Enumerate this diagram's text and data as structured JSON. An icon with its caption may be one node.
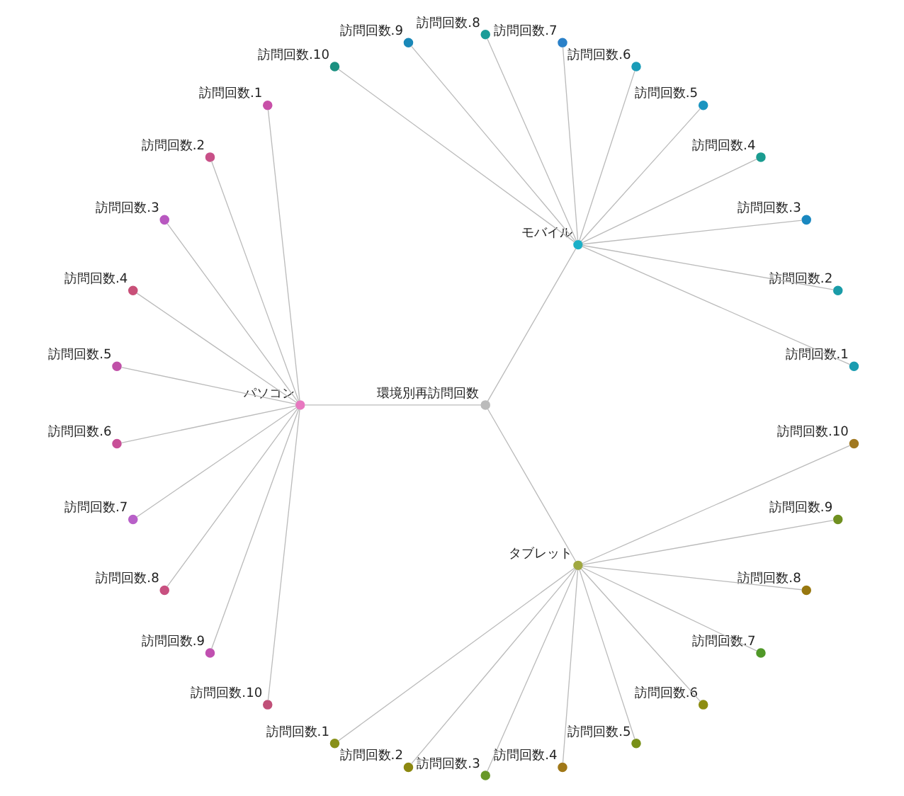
{
  "diagram": {
    "nodes": [
      {
        "text": [
          "環境別再訪問回数"
        ]
      },
      {
        "text": [
          "モバイル"
        ]
      },
      {
        "text": [
          "訪問回数.1"
        ]
      },
      {
        "text": [
          "訪問回数.2"
        ]
      },
      {
        "text": [
          "訪問回数.3"
        ]
      },
      {
        "text": [
          "訪問回数.4"
        ]
      },
      {
        "text": [
          "訪問回数.5"
        ]
      },
      {
        "text": [
          "訪問回数.6"
        ]
      },
      {
        "text": [
          "訪問回数.7"
        ]
      },
      {
        "text": [
          "訪問回数.8"
        ]
      },
      {
        "text": [
          "訪問回数.9"
        ]
      },
      {
        "text": [
          "訪問回数.10"
        ]
      },
      {
        "text": [
          "パソコン"
        ]
      },
      {
        "text": [
          "訪問回数.1"
        ]
      },
      {
        "text": [
          "訪問回数.2"
        ]
      },
      {
        "text": [
          "訪問回数.3"
        ]
      },
      {
        "text": [
          "訪問回数.4"
        ]
      },
      {
        "text": [
          "訪問回数.5"
        ]
      },
      {
        "text": [
          "訪問回数.6"
        ]
      },
      {
        "text": [
          "訪問回数.7"
        ]
      },
      {
        "text": [
          "訪問回数.8"
        ]
      },
      {
        "text": [
          "訪問回数.9"
        ]
      },
      {
        "text": [
          "訪問回数.10"
        ]
      },
      {
        "text": [
          "タブレット"
        ]
      },
      {
        "text": [
          "訪問回数.1"
        ]
      },
      {
        "text": [
          "訪問回数.2"
        ]
      },
      {
        "text": [
          "訪問回数.3"
        ]
      },
      {
        "text": [
          "訪問回数.4"
        ]
      },
      {
        "text": [
          "訪問回数.5"
        ]
      },
      {
        "text": [
          "訪問回数.6"
        ]
      },
      {
        "text": [
          "訪問回数.7"
        ]
      },
      {
        "text": [
          "訪問回数.8"
        ]
      },
      {
        "text": [
          "訪問回数.9"
        ]
      },
      {
        "text": [
          "訪問回数.10"
        ]
      }
    ],
    "edges": [
      {
        "from": 0,
        "to": 1,
        "arrow": "none"
      },
      {
        "from": 0,
        "to": 12,
        "arrow": "none"
      },
      {
        "from": 0,
        "to": 23,
        "arrow": "none"
      },
      {
        "from": 1,
        "to": 2,
        "arrow": "none"
      },
      {
        "from": 1,
        "to": 3,
        "arrow": "none"
      },
      {
        "from": 1,
        "to": 4,
        "arrow": "none"
      },
      {
        "from": 1,
        "to": 5,
        "arrow": "none"
      },
      {
        "from": 1,
        "to": 6,
        "arrow": "none"
      },
      {
        "from": 1,
        "to": 7,
        "arrow": "none"
      },
      {
        "from": 1,
        "to": 8,
        "arrow": "none"
      },
      {
        "from": 1,
        "to": 9,
        "arrow": "none"
      },
      {
        "from": 1,
        "to": 10,
        "arrow": "none"
      },
      {
        "from": 1,
        "to": 11,
        "arrow": "none"
      },
      {
        "from": 12,
        "to": 13,
        "arrow": "none"
      },
      {
        "from": 12,
        "to": 14,
        "arrow": "none"
      },
      {
        "from": 12,
        "to": 15,
        "arrow": "none"
      },
      {
        "from": 12,
        "to": 16,
        "arrow": "none"
      },
      {
        "from": 12,
        "to": 17,
        "arrow": "none"
      },
      {
        "from": 12,
        "to": 18,
        "arrow": "none"
      },
      {
        "from": 12,
        "to": 19,
        "arrow": "none"
      },
      {
        "from": 12,
        "to": 20,
        "arrow": "none"
      },
      {
        "from": 12,
        "to": 21,
        "arrow": "none"
      },
      {
        "from": 12,
        "to": 22,
        "arrow": "none"
      },
      {
        "from": 23,
        "to": 24,
        "arrow": "none"
      },
      {
        "from": 23,
        "to": 25,
        "arrow": "none"
      },
      {
        "from": 23,
        "to": 26,
        "arrow": "none"
      },
      {
        "from": 23,
        "to": 27,
        "arrow": "none"
      },
      {
        "from": 23,
        "to": 28,
        "arrow": "none"
      },
      {
        "from": 23,
        "to": 29,
        "arrow": "none"
      },
      {
        "from": 23,
        "to": 30,
        "arrow": "none"
      },
      {
        "from": 23,
        "to": 31,
        "arrow": "none"
      },
      {
        "from": 23,
        "to": 32,
        "arrow": "none"
      },
      {
        "from": 23,
        "to": 33,
        "arrow": "none"
      }
    ]
  }
}
